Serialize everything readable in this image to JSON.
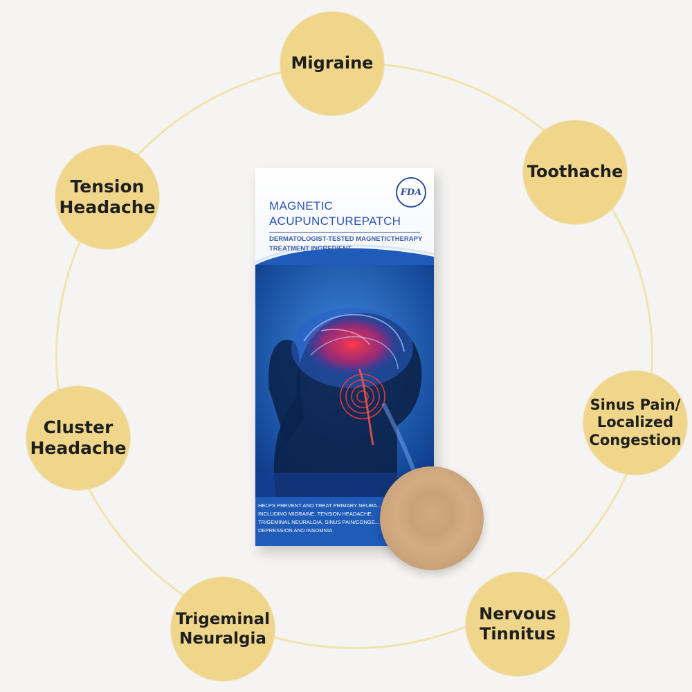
{
  "conditions": [
    {
      "id": "migraine",
      "label": "Migraine"
    },
    {
      "id": "toothache",
      "label": "Toothache"
    },
    {
      "id": "sinus",
      "label": "Sinus Pain/\nLocalized\nCongestion"
    },
    {
      "id": "tinnitus",
      "label": "Nervous\nTinnitus"
    },
    {
      "id": "trigeminal",
      "label": "Trigeminal\nNeuralgia"
    },
    {
      "id": "cluster",
      "label": "Cluster\nHeadache"
    },
    {
      "id": "tension",
      "label": "Tension\nHeadache"
    }
  ],
  "product": {
    "badge": "FDA",
    "title_line1": "MAGNETIC",
    "title_line2": "ACUPUNCTUREPATCH",
    "subtitle": "DERMATOLOGIST-TESTED MAGNETICTHERAPY TREATMENT INGREDIENT",
    "description": "HELPS PREVENT AND TREAT PRIMARY NEURA... INCLUDING MIGRAINE, TENSION HEADACHE, TRIGEMINAL NEURALGIA, SINUS PAIN/CONGE... DEPRESSION AND INSOMNIA."
  },
  "colors": {
    "background": "#f5f4f2",
    "bubble": "#f0d68a",
    "ring": "#f1e3ae",
    "box_blue": "#1f5bb8",
    "title_blue": "#2a55b0",
    "patch": "#c9a278"
  }
}
